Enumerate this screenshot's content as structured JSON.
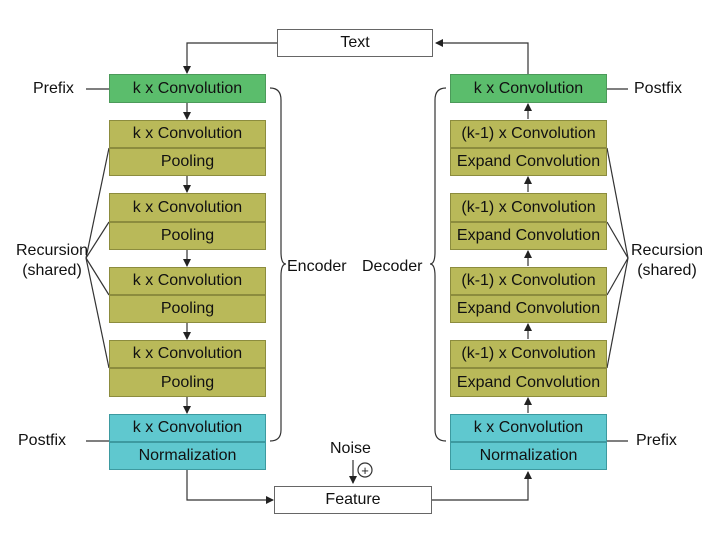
{
  "text_box": "Text",
  "feature_box": "Feature",
  "noise": "Noise",
  "plus": "+",
  "encoder": {
    "label": "Encoder",
    "prefix_label": "Prefix",
    "prefix_block": "k x Convolution",
    "recursion_label": [
      "Recursion",
      "(shared)"
    ],
    "recursion_blocks": [
      {
        "conv": "k x Convolution",
        "pool": "Pooling"
      },
      {
        "conv": "k x Convolution",
        "pool": "Pooling"
      },
      {
        "conv": "k x Convolution",
        "pool": "Pooling"
      },
      {
        "conv": "k x Convolution",
        "pool": "Pooling"
      }
    ],
    "postfix_label": "Postfix",
    "postfix_block": {
      "conv": "k x Convolution",
      "norm": "Normalization"
    }
  },
  "decoder": {
    "label": "Decoder",
    "postfix_label": "Postfix",
    "postfix_block": "k x Convolution",
    "recursion_label": [
      "Recursion",
      "(shared)"
    ],
    "recursion_blocks": [
      {
        "conv": "(k-1) x Convolution",
        "expand": "Expand Convolution"
      },
      {
        "conv": "(k-1) x Convolution",
        "expand": "Expand Convolution"
      },
      {
        "conv": "(k-1) x Convolution",
        "expand": "Expand Convolution"
      },
      {
        "conv": "(k-1) x Convolution",
        "expand": "Expand Convolution"
      }
    ],
    "prefix_label": "Prefix",
    "prefix_block": {
      "conv": "k x Convolution",
      "norm": "Normalization"
    }
  }
}
